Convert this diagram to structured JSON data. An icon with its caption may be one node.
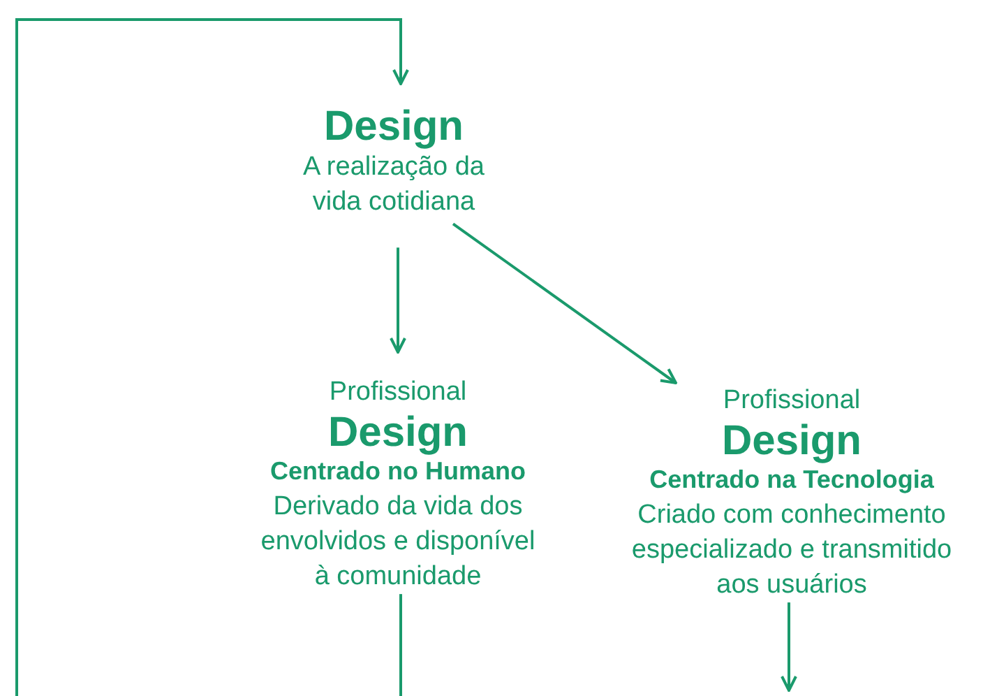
{
  "diagram": {
    "nodes": [
      {
        "text": [
          "Design",
          "A realização da vida cotidiana"
        ]
      },
      {
        "text": [
          "Profissional",
          "Design",
          "Centrado no Humano",
          "Derivado da vida dos envolvidos e disponível à comunidade"
        ]
      },
      {
        "text": [
          "Profissional",
          "Design",
          "Centrado na Tecnologia",
          "Criado com conhecimento especializado e transmitido aos usuários"
        ]
      }
    ],
    "edges": [
      {
        "from": null,
        "to": 0,
        "arrow": "to"
      },
      {
        "from": 0,
        "to": 1,
        "arrow": "to"
      },
      {
        "from": 0,
        "to": 2,
        "arrow": "to"
      },
      {
        "from": 1,
        "to": null,
        "arrow": "none"
      },
      {
        "from": 2,
        "to": null,
        "arrow": "to"
      }
    ]
  }
}
